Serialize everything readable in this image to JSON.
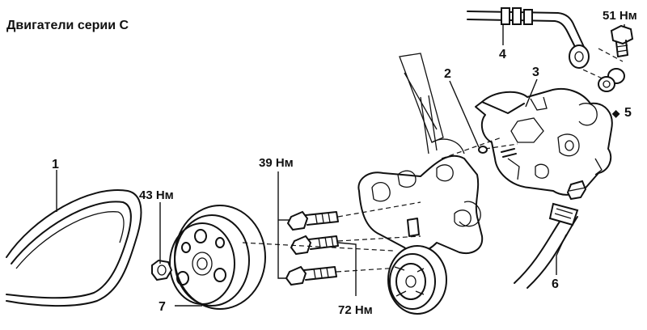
{
  "title": "Двигатели серии С",
  "labels": {
    "p1": "1",
    "p2": "2",
    "p3": "3",
    "p4": "4",
    "p5": "5",
    "p6": "6",
    "p7": "7"
  },
  "torques": {
    "t51": "51 Нм",
    "t43": "43 Нм",
    "t39": "39 Нм",
    "t72": "72 Нм"
  },
  "marks": {
    "diamond": "◆"
  }
}
